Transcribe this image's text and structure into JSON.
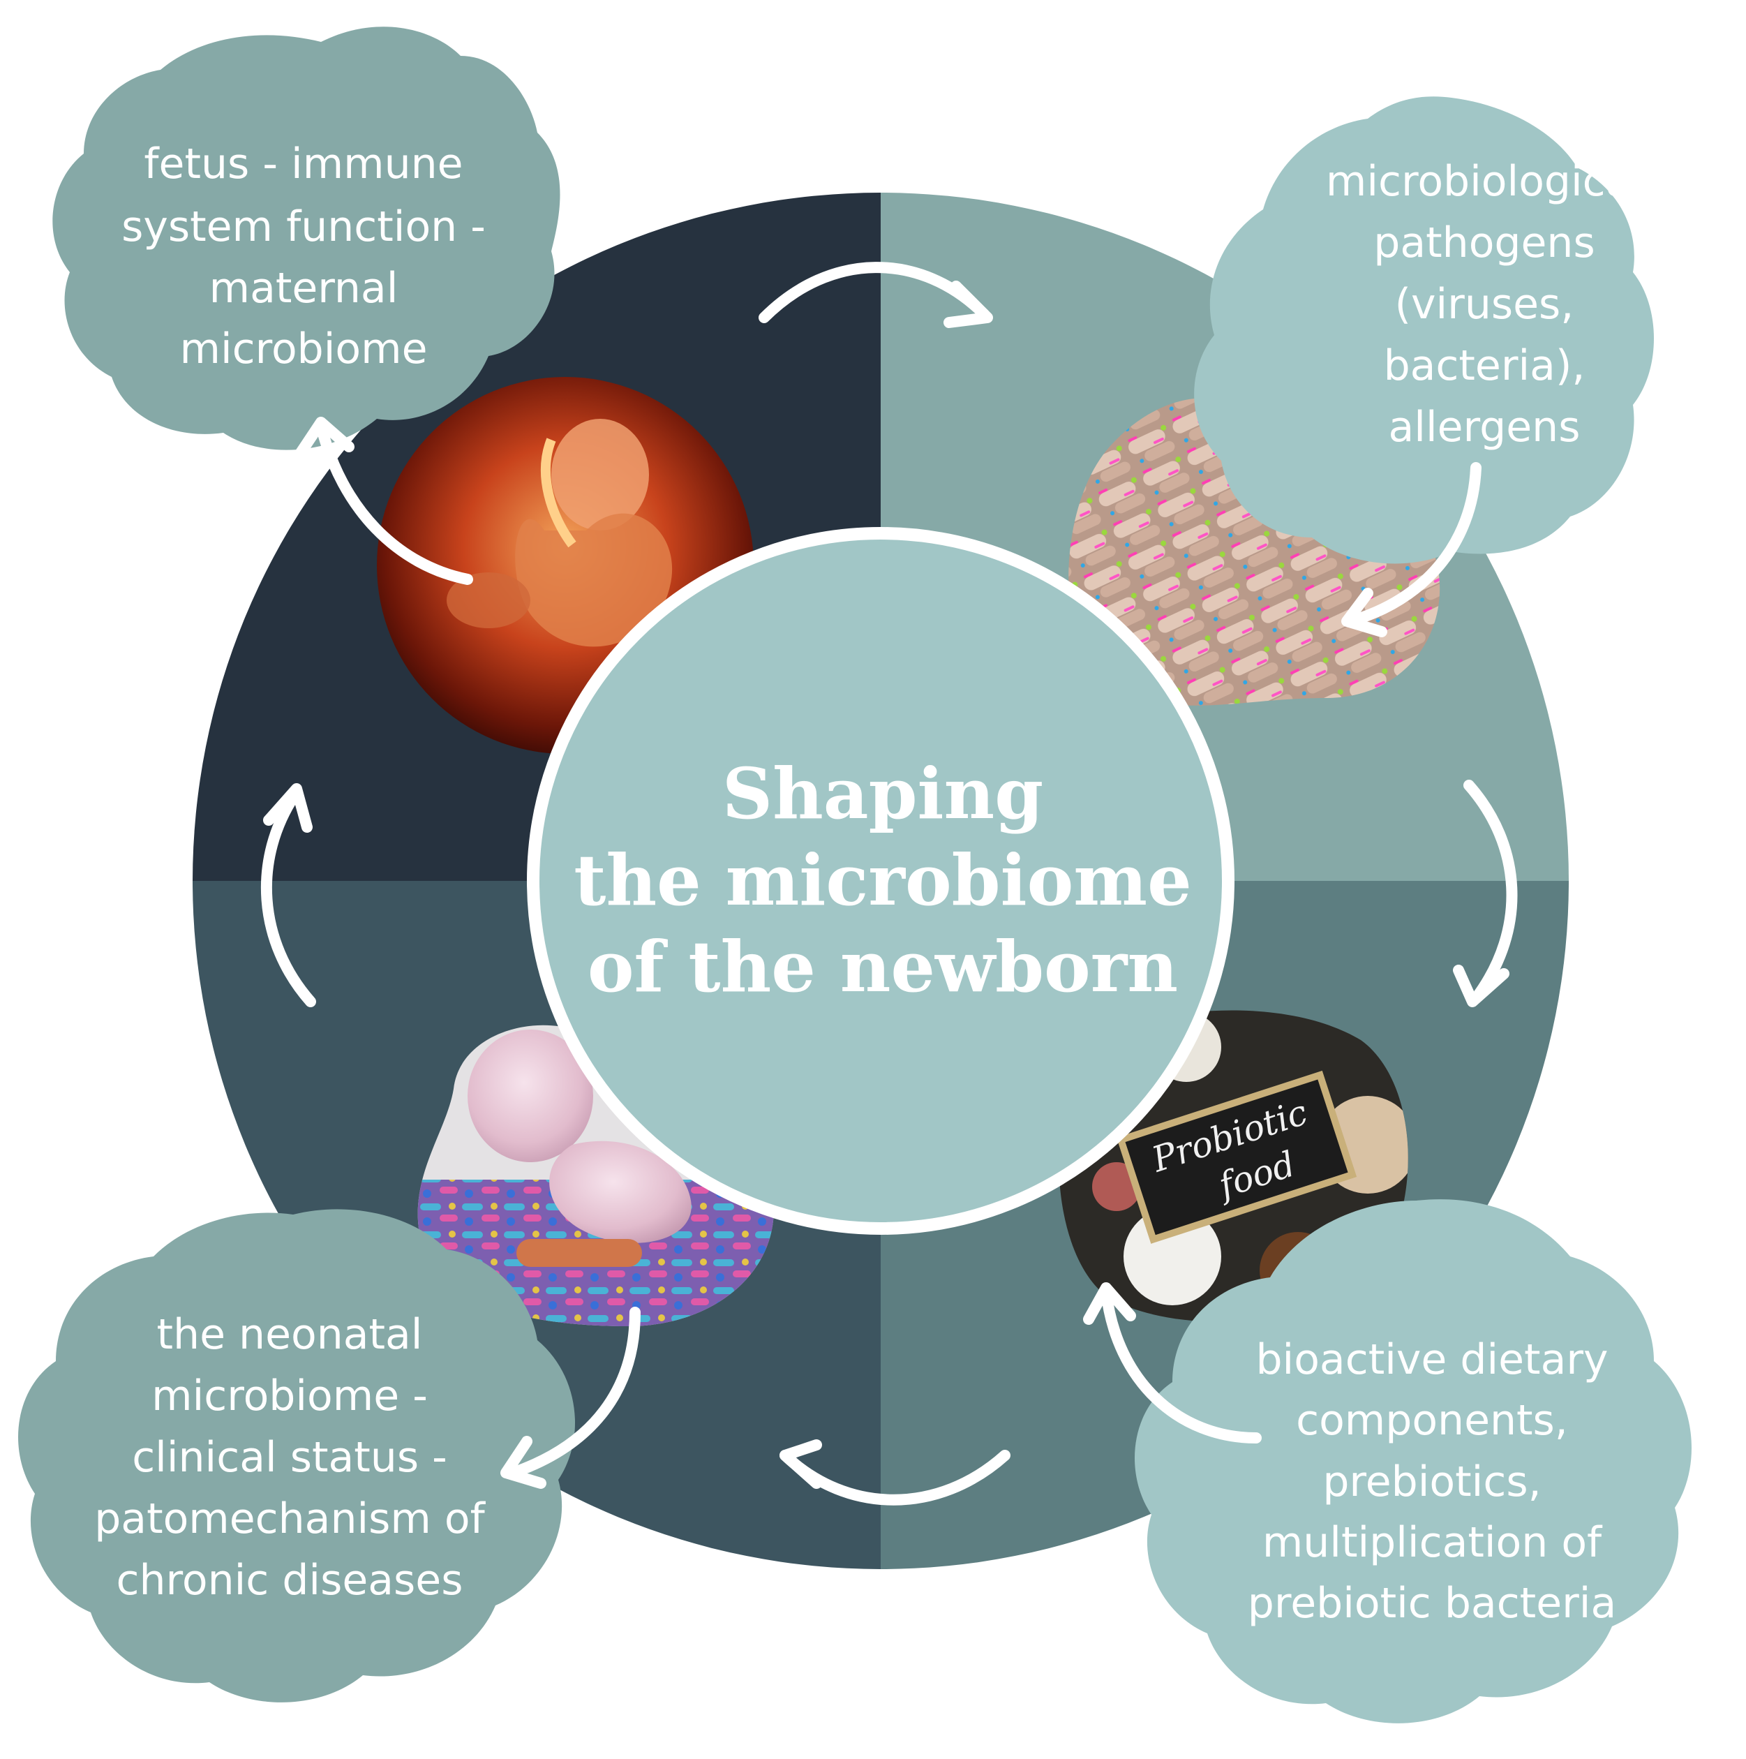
{
  "colors": {
    "quadrant_top_left": "#26323f",
    "quadrant_top_right": "#86a9a7",
    "quadrant_bottom_right": "#5d7e81",
    "quadrant_bottom_left": "#3d5560",
    "center": "#a1c6c6",
    "blob_dark": "#86a9a7",
    "blob_light": "#a1c6c6",
    "arrow": "#ffffff"
  },
  "center_title": {
    "line1": "Shaping",
    "line2": "the microbiome",
    "line3": "of the newborn"
  },
  "blobs": {
    "top_left": {
      "lines": [
        "fetus - immune",
        "system function -",
        "maternal",
        "microbiome"
      ]
    },
    "top_right": {
      "lines": [
        "microbiological",
        "pathogens",
        "(viruses,",
        "bacteria),",
        "allergens"
      ]
    },
    "bottom_right": {
      "lines": [
        "bioactive dietary",
        "components,",
        "prebiotics,",
        "multiplication of",
        "prebiotic bacteria"
      ]
    },
    "bottom_left": {
      "lines": [
        "the neonatal",
        "microbiome -",
        "clinical status -",
        "patomechanism of",
        "chronic diseases"
      ]
    }
  },
  "photos": {
    "top_left": "fetus-in-womb-image",
    "top_right": "bacteria-closeup-image",
    "bottom_right": "probiotic-food-image",
    "bottom_left": "newborn-with-microbes-image",
    "probiotic_sign_line1": "Probiotic",
    "probiotic_sign_line2": "food"
  }
}
